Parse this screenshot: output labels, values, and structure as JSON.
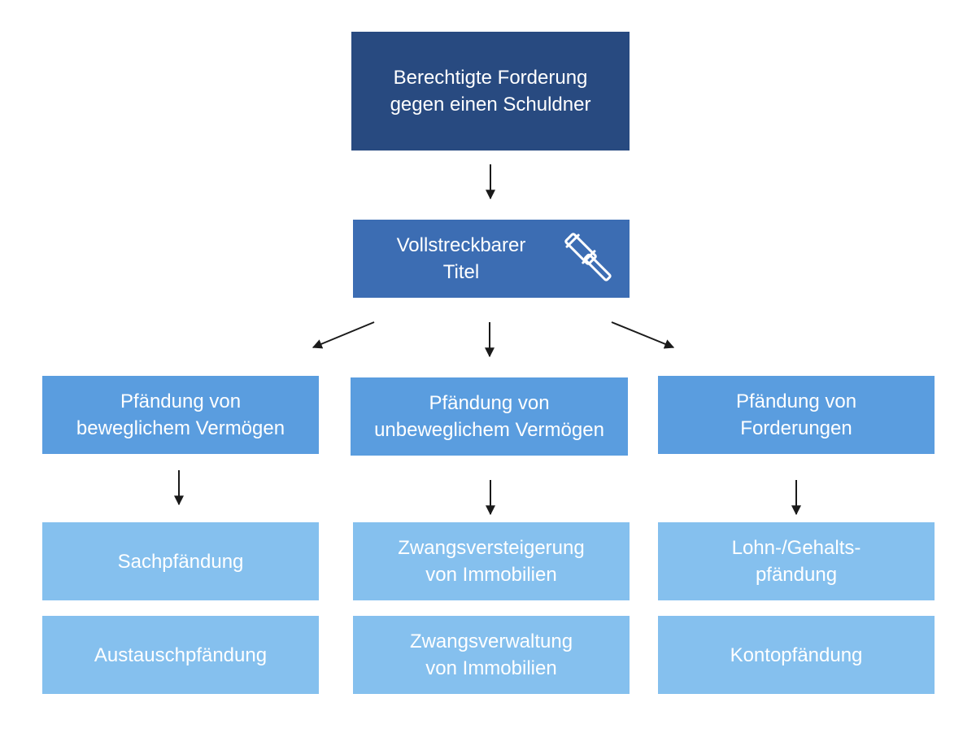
{
  "diagram": {
    "root": {
      "text": "Berechtigte Forderung\ngegen einen Schuldner"
    },
    "title_node": {
      "text": "Vollstreckbarer\nTitel",
      "icon": "gavel-icon"
    },
    "branches": [
      {
        "text": "Pfändung von\nbeweglichem Vermögen",
        "children": [
          {
            "text": "Sachpfändung"
          },
          {
            "text": "Austauschpfändung"
          }
        ]
      },
      {
        "text": "Pfändung von\nunbeweglichem Vermögen",
        "children": [
          {
            "text": "Zwangsversteigerung\nvon Immobilien"
          },
          {
            "text": "Zwangsverwaltung\nvon Immobilien"
          }
        ]
      },
      {
        "text": "Pfändung von\nForderungen",
        "children": [
          {
            "text": "Lohn-/Gehalts-\npfändung"
          },
          {
            "text": "Kontopfändung"
          }
        ]
      }
    ],
    "colors": {
      "level1": "#284a80",
      "level2": "#3c6db3",
      "level3": "#5a9ddf",
      "level4": "#85c0ee",
      "arrow": "#1a1a1a"
    }
  }
}
